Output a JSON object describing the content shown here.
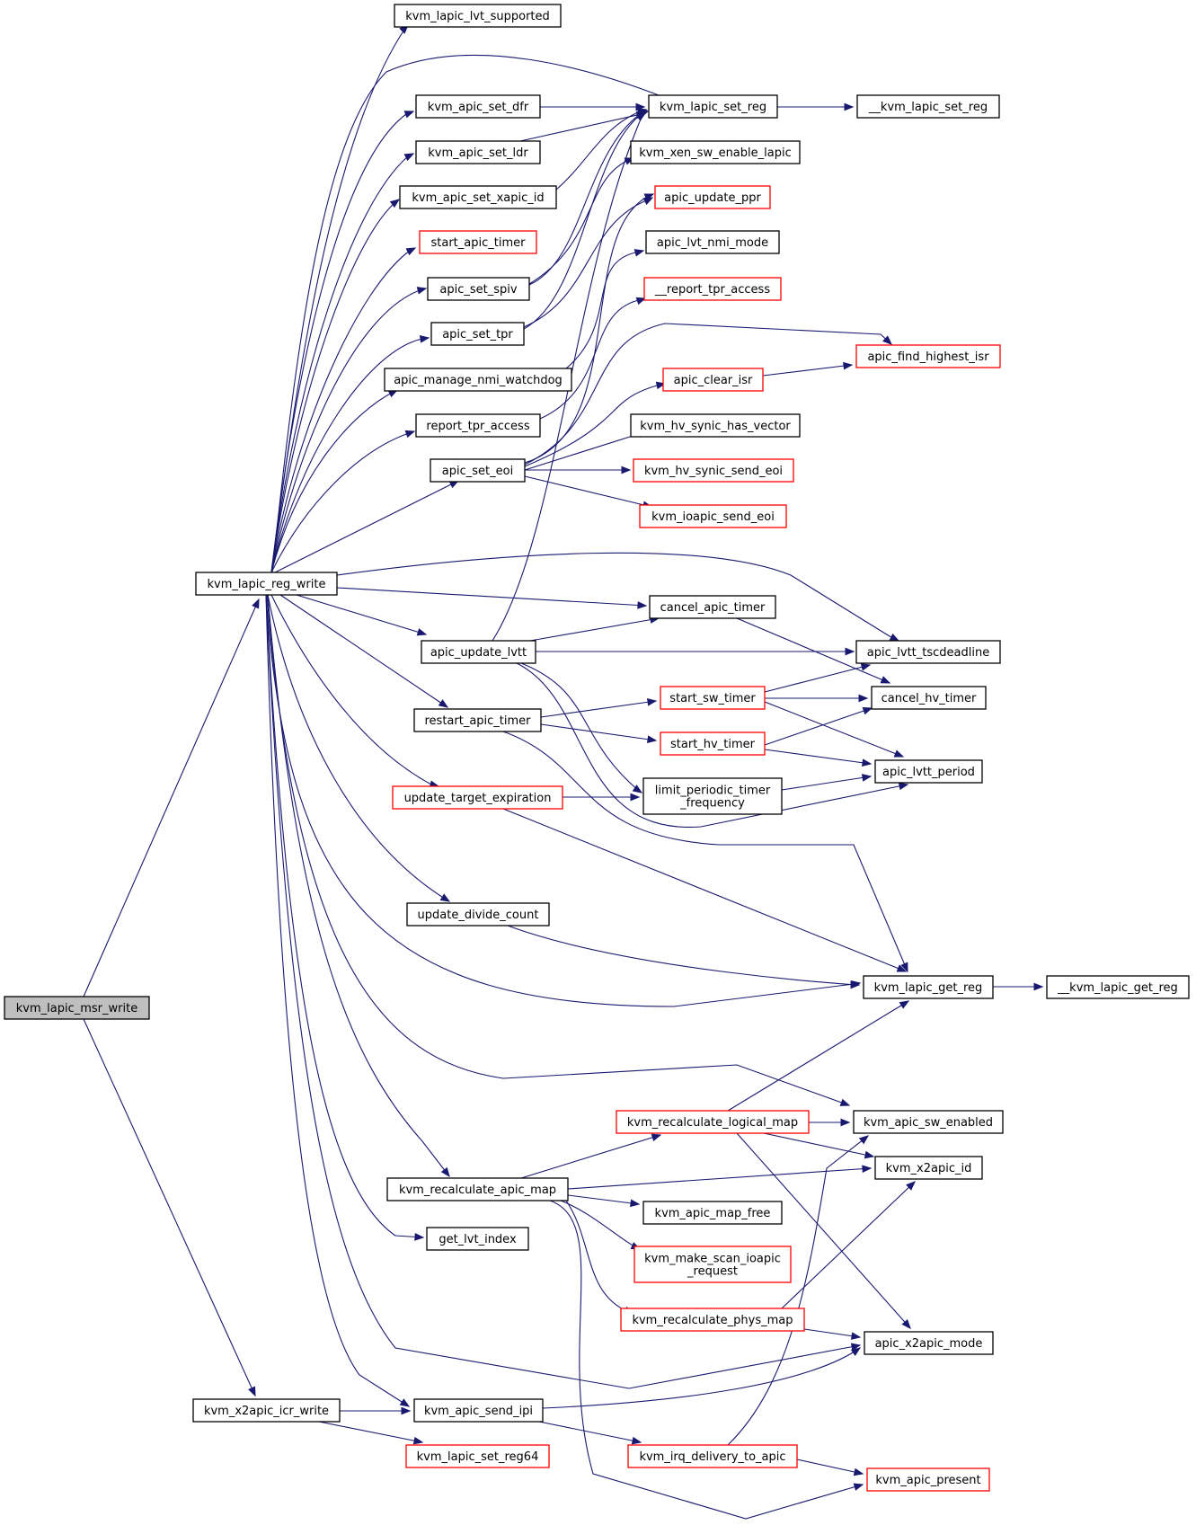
{
  "graph": {
    "nodes": [
      {
        "id": "kvm_lapic_msr_write",
        "label": "kvm_lapic_msr_write",
        "style": "root"
      },
      {
        "id": "kvm_lapic_reg_write",
        "label": "kvm_lapic_reg_write",
        "style": "normal"
      },
      {
        "id": "kvm_x2apic_icr_write",
        "label": "kvm_x2apic_icr_write",
        "style": "normal"
      },
      {
        "id": "kvm_lapic_lvt_supported",
        "label": "kvm_lapic_lvt_supported",
        "style": "normal"
      },
      {
        "id": "kvm_apic_set_dfr",
        "label": "kvm_apic_set_dfr",
        "style": "normal"
      },
      {
        "id": "kvm_apic_set_ldr",
        "label": "kvm_apic_set_ldr",
        "style": "normal"
      },
      {
        "id": "kvm_apic_set_xapic_id",
        "label": "kvm_apic_set_xapic_id",
        "style": "normal"
      },
      {
        "id": "start_apic_timer",
        "label": "start_apic_timer",
        "style": "truncated"
      },
      {
        "id": "apic_set_spiv",
        "label": "apic_set_spiv",
        "style": "normal"
      },
      {
        "id": "apic_set_tpr",
        "label": "apic_set_tpr",
        "style": "normal"
      },
      {
        "id": "apic_manage_nmi_watchdog",
        "label": "apic_manage_nmi_watchdog",
        "style": "normal"
      },
      {
        "id": "report_tpr_access",
        "label": "report_tpr_access",
        "style": "normal"
      },
      {
        "id": "apic_set_eoi",
        "label": "apic_set_eoi",
        "style": "normal"
      },
      {
        "id": "apic_update_lvtt",
        "label": "apic_update_lvtt",
        "style": "normal"
      },
      {
        "id": "restart_apic_timer",
        "label": "restart_apic_timer",
        "style": "normal"
      },
      {
        "id": "update_target_expiration",
        "label": "update_target_expiration",
        "style": "truncated"
      },
      {
        "id": "update_divide_count",
        "label": "update_divide_count",
        "style": "normal"
      },
      {
        "id": "kvm_recalculate_apic_map",
        "label": "kvm_recalculate_apic_map",
        "style": "normal"
      },
      {
        "id": "get_lvt_index",
        "label": "get_lvt_index",
        "style": "normal"
      },
      {
        "id": "kvm_apic_send_ipi",
        "label": "kvm_apic_send_ipi",
        "style": "normal"
      },
      {
        "id": "kvm_lapic_set_reg64",
        "label": "kvm_lapic_set_reg64",
        "style": "truncated"
      },
      {
        "id": "kvm_lapic_set_reg",
        "label": "kvm_lapic_set_reg",
        "style": "normal"
      },
      {
        "id": "kvm_xen_sw_enable_lapic",
        "label": "kvm_xen_sw_enable_lapic",
        "style": "normal"
      },
      {
        "id": "apic_update_ppr",
        "label": "apic_update_ppr",
        "style": "truncated"
      },
      {
        "id": "apic_lvt_nmi_mode",
        "label": "apic_lvt_nmi_mode",
        "style": "normal"
      },
      {
        "id": "__report_tpr_access",
        "label": "__report_tpr_access",
        "style": "truncated"
      },
      {
        "id": "apic_clear_isr",
        "label": "apic_clear_isr",
        "style": "truncated"
      },
      {
        "id": "kvm_hv_synic_has_vector",
        "label": "kvm_hv_synic_has_vector",
        "style": "normal"
      },
      {
        "id": "kvm_hv_synic_send_eoi",
        "label": "kvm_hv_synic_send_eoi",
        "style": "truncated"
      },
      {
        "id": "kvm_ioapic_send_eoi",
        "label": "kvm_ioapic_send_eoi",
        "style": "truncated"
      },
      {
        "id": "cancel_apic_timer",
        "label": "cancel_apic_timer",
        "style": "normal"
      },
      {
        "id": "start_sw_timer",
        "label": "start_sw_timer",
        "style": "truncated"
      },
      {
        "id": "start_hv_timer",
        "label": "start_hv_timer",
        "style": "truncated"
      },
      {
        "id": "limit_periodic_timer_frequency",
        "label": "limit_periodic_timer\n_frequency",
        "style": "normal"
      },
      {
        "id": "kvm_recalculate_logical_map",
        "label": "kvm_recalculate_logical_map",
        "style": "truncated"
      },
      {
        "id": "kvm_apic_map_free",
        "label": "kvm_apic_map_free",
        "style": "normal"
      },
      {
        "id": "kvm_make_scan_ioapic_request",
        "label": "kvm_make_scan_ioapic\n_request",
        "style": "truncated"
      },
      {
        "id": "kvm_recalculate_phys_map",
        "label": "kvm_recalculate_phys_map",
        "style": "truncated"
      },
      {
        "id": "kvm_irq_delivery_to_apic",
        "label": "kvm_irq_delivery_to_apic",
        "style": "truncated"
      },
      {
        "id": "__kvm_lapic_set_reg",
        "label": "__kvm_lapic_set_reg",
        "style": "normal"
      },
      {
        "id": "apic_find_highest_isr",
        "label": "apic_find_highest_isr",
        "style": "truncated"
      },
      {
        "id": "apic_lvtt_tscdeadline",
        "label": "apic_lvtt_tscdeadline",
        "style": "normal"
      },
      {
        "id": "cancel_hv_timer",
        "label": "cancel_hv_timer",
        "style": "normal"
      },
      {
        "id": "apic_lvtt_period",
        "label": "apic_lvtt_period",
        "style": "normal"
      },
      {
        "id": "kvm_lapic_get_reg",
        "label": "kvm_lapic_get_reg",
        "style": "normal"
      },
      {
        "id": "kvm_apic_sw_enabled",
        "label": "kvm_apic_sw_enabled",
        "style": "normal"
      },
      {
        "id": "kvm_x2apic_id",
        "label": "kvm_x2apic_id",
        "style": "normal"
      },
      {
        "id": "apic_x2apic_mode",
        "label": "apic_x2apic_mode",
        "style": "normal"
      },
      {
        "id": "kvm_apic_present",
        "label": "kvm_apic_present",
        "style": "truncated"
      },
      {
        "id": "__kvm_lapic_get_reg",
        "label": "__kvm_lapic_get_reg",
        "style": "normal"
      }
    ],
    "edges": [
      [
        "kvm_lapic_msr_write",
        "kvm_lapic_reg_write"
      ],
      [
        "kvm_lapic_msr_write",
        "kvm_x2apic_icr_write"
      ],
      [
        "kvm_lapic_reg_write",
        "kvm_lapic_lvt_supported"
      ],
      [
        "kvm_lapic_reg_write",
        "kvm_lapic_set_reg"
      ],
      [
        "kvm_lapic_reg_write",
        "kvm_apic_set_dfr"
      ],
      [
        "kvm_lapic_reg_write",
        "kvm_apic_set_ldr"
      ],
      [
        "kvm_lapic_reg_write",
        "kvm_apic_set_xapic_id"
      ],
      [
        "kvm_lapic_reg_write",
        "start_apic_timer"
      ],
      [
        "kvm_lapic_reg_write",
        "apic_set_spiv"
      ],
      [
        "kvm_lapic_reg_write",
        "apic_set_tpr"
      ],
      [
        "kvm_lapic_reg_write",
        "apic_manage_nmi_watchdog"
      ],
      [
        "kvm_lapic_reg_write",
        "report_tpr_access"
      ],
      [
        "kvm_lapic_reg_write",
        "apic_set_eoi"
      ],
      [
        "kvm_lapic_reg_write",
        "apic_lvtt_tscdeadline"
      ],
      [
        "kvm_lapic_reg_write",
        "cancel_apic_timer"
      ],
      [
        "kvm_lapic_reg_write",
        "apic_update_lvtt"
      ],
      [
        "kvm_lapic_reg_write",
        "restart_apic_timer"
      ],
      [
        "kvm_lapic_reg_write",
        "update_target_expiration"
      ],
      [
        "kvm_lapic_reg_write",
        "update_divide_count"
      ],
      [
        "kvm_lapic_reg_write",
        "kvm_lapic_get_reg"
      ],
      [
        "kvm_lapic_reg_write",
        "kvm_apic_sw_enabled"
      ],
      [
        "kvm_lapic_reg_write",
        "kvm_recalculate_apic_map"
      ],
      [
        "kvm_lapic_reg_write",
        "get_lvt_index"
      ],
      [
        "kvm_lapic_reg_write",
        "apic_x2apic_mode"
      ],
      [
        "kvm_lapic_reg_write",
        "kvm_apic_send_ipi"
      ],
      [
        "kvm_x2apic_icr_write",
        "kvm_apic_send_ipi"
      ],
      [
        "kvm_x2apic_icr_write",
        "kvm_lapic_set_reg64"
      ],
      [
        "kvm_apic_set_dfr",
        "kvm_lapic_set_reg"
      ],
      [
        "kvm_apic_set_ldr",
        "kvm_lapic_set_reg"
      ],
      [
        "kvm_apic_set_xapic_id",
        "kvm_lapic_set_reg"
      ],
      [
        "apic_set_spiv",
        "kvm_lapic_set_reg"
      ],
      [
        "apic_set_spiv",
        "kvm_xen_sw_enable_lapic"
      ],
      [
        "apic_set_tpr",
        "kvm_lapic_set_reg"
      ],
      [
        "apic_set_tpr",
        "apic_update_ppr"
      ],
      [
        "apic_manage_nmi_watchdog",
        "apic_lvt_nmi_mode"
      ],
      [
        "report_tpr_access",
        "__report_tpr_access"
      ],
      [
        "apic_set_eoi",
        "apic_find_highest_isr"
      ],
      [
        "apic_set_eoi",
        "apic_clear_isr"
      ],
      [
        "apic_set_eoi",
        "kvm_hv_synic_has_vector"
      ],
      [
        "apic_set_eoi",
        "kvm_hv_synic_send_eoi"
      ],
      [
        "apic_set_eoi",
        "kvm_ioapic_send_eoi"
      ],
      [
        "apic_set_eoi",
        "apic_update_ppr"
      ],
      [
        "apic_update_lvtt",
        "kvm_lapic_set_reg"
      ],
      [
        "apic_update_lvtt",
        "cancel_apic_timer"
      ],
      [
        "apic_update_lvtt",
        "apic_lvtt_tscdeadline"
      ],
      [
        "apic_update_lvtt",
        "limit_periodic_timer_frequency"
      ],
      [
        "apic_update_lvtt",
        "apic_lvtt_period"
      ],
      [
        "restart_apic_timer",
        "start_sw_timer"
      ],
      [
        "restart_apic_timer",
        "start_hv_timer"
      ],
      [
        "restart_apic_timer",
        "kvm_lapic_get_reg"
      ],
      [
        "update_target_expiration",
        "limit_periodic_timer_frequency"
      ],
      [
        "update_target_expiration",
        "kvm_lapic_get_reg"
      ],
      [
        "update_divide_count",
        "kvm_lapic_get_reg"
      ],
      [
        "kvm_recalculate_apic_map",
        "kvm_recalculate_logical_map"
      ],
      [
        "kvm_recalculate_apic_map",
        "kvm_x2apic_id"
      ],
      [
        "kvm_recalculate_apic_map",
        "kvm_apic_map_free"
      ],
      [
        "kvm_recalculate_apic_map",
        "kvm_make_scan_ioapic_request"
      ],
      [
        "kvm_recalculate_apic_map",
        "kvm_recalculate_phys_map"
      ],
      [
        "kvm_recalculate_apic_map",
        "kvm_apic_present"
      ],
      [
        "kvm_apic_send_ipi",
        "apic_x2apic_mode"
      ],
      [
        "kvm_apic_send_ipi",
        "kvm_irq_delivery_to_apic"
      ],
      [
        "kvm_lapic_set_reg",
        "__kvm_lapic_set_reg"
      ],
      [
        "apic_clear_isr",
        "apic_find_highest_isr"
      ],
      [
        "cancel_apic_timer",
        "cancel_hv_timer"
      ],
      [
        "start_sw_timer",
        "apic_lvtt_tscdeadline"
      ],
      [
        "start_sw_timer",
        "cancel_hv_timer"
      ],
      [
        "start_sw_timer",
        "apic_lvtt_period"
      ],
      [
        "start_hv_timer",
        "cancel_hv_timer"
      ],
      [
        "start_hv_timer",
        "apic_lvtt_period"
      ],
      [
        "limit_periodic_timer_frequency",
        "apic_lvtt_period"
      ],
      [
        "kvm_recalculate_logical_map",
        "kvm_lapic_get_reg"
      ],
      [
        "kvm_recalculate_logical_map",
        "kvm_apic_sw_enabled"
      ],
      [
        "kvm_recalculate_logical_map",
        "kvm_x2apic_id"
      ],
      [
        "kvm_recalculate_logical_map",
        "apic_x2apic_mode"
      ],
      [
        "kvm_recalculate_phys_map",
        "kvm_x2apic_id"
      ],
      [
        "kvm_recalculate_phys_map",
        "apic_x2apic_mode"
      ],
      [
        "kvm_irq_delivery_to_apic",
        "kvm_apic_sw_enabled"
      ],
      [
        "kvm_irq_delivery_to_apic",
        "kvm_apic_present"
      ],
      [
        "kvm_lapic_get_reg",
        "__kvm_lapic_get_reg"
      ]
    ],
    "colors": {
      "edge": "#191970",
      "border_normal": "#000000",
      "border_truncated": "#ff0000",
      "root_fill": "#bfbfbf",
      "node_fill": "#ffffff"
    }
  }
}
